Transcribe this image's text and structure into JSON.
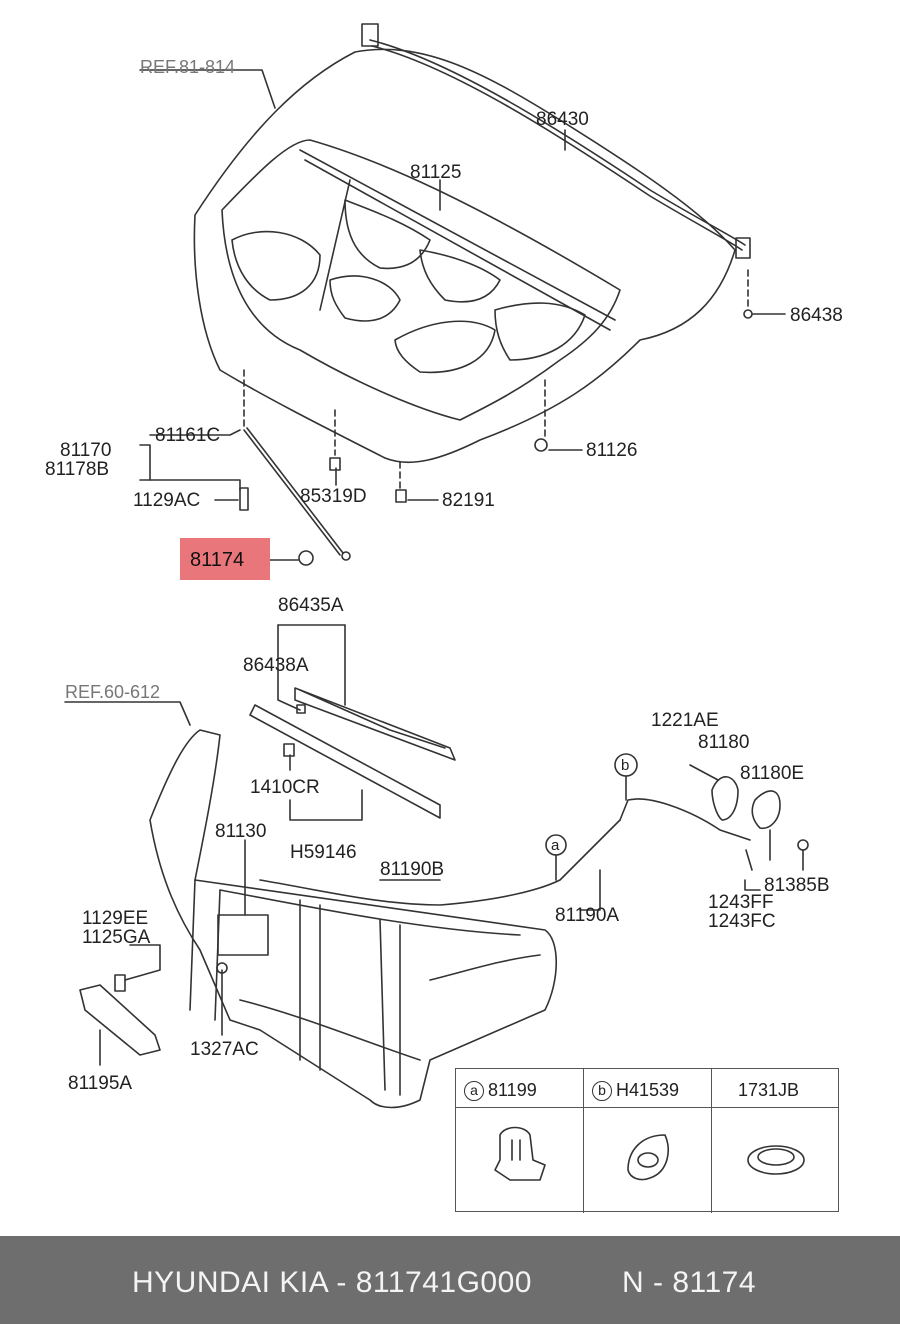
{
  "refs": {
    "hood_ref": "REF.81-814",
    "panel_ref": "REF.60-612"
  },
  "labels": {
    "p86430": "86430",
    "p81125": "81125",
    "p86438": "86438",
    "p81126": "81126",
    "p81170": "81170",
    "p81178B": "81178B",
    "p81161C": "81161C",
    "p1129AC": "1129AC",
    "p85319D": "85319D",
    "p82191": "82191",
    "p81174": "81174",
    "p86435A": "86435A",
    "p86438A": "86438A",
    "p1410CR": "1410CR",
    "p H59146": "H59146",
    "p81130": "81130",
    "p81190B": "81190B",
    "p81190A": "81190A",
    "p1221AE": "1221AE",
    "p81180": "81180",
    "p81180E": "81180E",
    "p81385B": "81385B",
    "p1243FF": "1243FF",
    "p1243FC": "1243FC",
    "p1129EE": "1129EE",
    "p1125GA": "1125GA",
    "p1327AC": "1327AC",
    "p81195A": "81195A",
    "marker_a": "a",
    "marker_b": "b"
  },
  "legend": [
    {
      "marker": "a",
      "part": "81199"
    },
    {
      "marker": "b",
      "part": "H41539"
    },
    {
      "marker": "",
      "part": "1731JB"
    }
  ],
  "footer": {
    "brand": "HYUNDAI  KIA - 811741G000",
    "ref": "N - 81174"
  },
  "colors": {
    "highlight": "#e8767a",
    "footer_bg": "#6e6e6e",
    "line": "#333333"
  }
}
